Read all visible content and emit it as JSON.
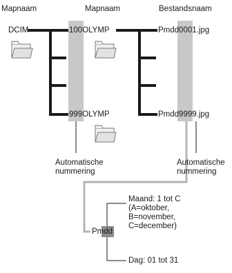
{
  "headers": {
    "folder_name_left": "Mapnaam",
    "folder_name_mid": "Mapnaam",
    "file_name": "Bestandsnaam"
  },
  "labels": {
    "dcim": "DCIM",
    "folder_first_prefix": "100",
    "folder_first_suffix": "OLYMP",
    "folder_last_prefix": "999",
    "folder_last_suffix": "OLYMP",
    "file_first_prefix": "Pmdd",
    "file_first_number": "0001",
    "file_first_ext": ".jpg",
    "file_last_prefix": "Pmdd",
    "file_last_number": "9999",
    "file_last_ext": ".jpg",
    "auto_numbering_1_line1": "Automatische",
    "auto_numbering_1_line2": "nummering",
    "auto_numbering_2_line1": "Automatische",
    "auto_numbering_2_line2": "nummering"
  },
  "detail": {
    "pmdd_p": "Pm",
    "pmdd_dd": "dd",
    "month_line1": "Maand: 1 tot C",
    "month_line2": "(A=oktober,",
    "month_line3": "B=november,",
    "month_line4": "C=december)",
    "day": "Dag: 01 tot 31"
  },
  "colors": {
    "line": "#1a1a1a",
    "highlight": "#c8c8c8",
    "connector": "#b4b4b4",
    "folder_fill": "#f0f0f0",
    "folder_stroke": "#7a7a7a"
  }
}
